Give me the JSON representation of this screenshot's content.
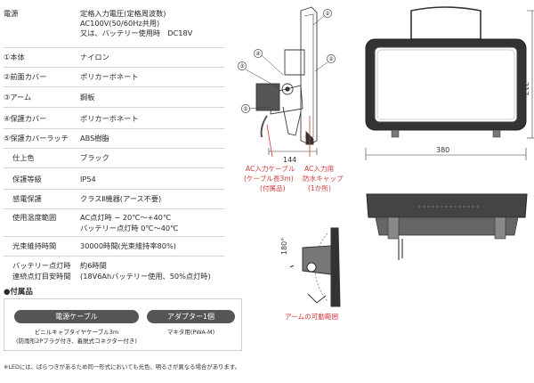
{
  "specs": [
    {
      "label": "電源",
      "value_lines": [
        "定格入力電圧(定格周波数)",
        "AC100V(50/60Hz共用)",
        "又は、バッテリー使用時　DC18V"
      ],
      "indent": false
    },
    {
      "label": "①本体",
      "value_lines": [
        "ナイロン"
      ],
      "indent": false
    },
    {
      "label": "②前面カバー",
      "value_lines": [
        "ポリカーボネート"
      ],
      "indent": false
    },
    {
      "label": "③アーム",
      "value_lines": [
        "鋼板"
      ],
      "indent": false
    },
    {
      "label": "④保護カバー",
      "value_lines": [
        "ポリカーボネート"
      ],
      "indent": false
    },
    {
      "label": "⑤保護カバーラッチ",
      "value_lines": [
        "ABS樹脂"
      ],
      "indent": false
    },
    {
      "label": "仕上色",
      "value_lines": [
        "ブラック"
      ],
      "indent": true
    },
    {
      "label": "保護等級",
      "value_lines": [
        "IP54"
      ],
      "indent": true
    },
    {
      "label": "感電保護",
      "value_lines": [
        "クラスⅡ機器(アース不要)"
      ],
      "indent": true
    },
    {
      "label": "使用温度範囲",
      "value_lines": [
        "AC点灯時 − 20℃～+40℃",
        "バッテリー点灯時 0℃～40℃"
      ],
      "indent": true
    },
    {
      "label": "光束維持時間",
      "value_lines": [
        "30000時間(光束維持率80%)"
      ],
      "indent": true
    },
    {
      "label_lines": [
        "バッテリー点灯時",
        "連続点灯目安時間"
      ],
      "value_lines": [
        "約6時間",
        "(18V6Ahバッテリー使用、50%点灯時)"
      ],
      "indent": false
    }
  ],
  "accessories": {
    "title": "●付属品",
    "items": [
      {
        "label": "電源ケーブル",
        "desc_lines": [
          "ビニルキャブタイヤケーブル3m",
          "(防雨形2Pプラグ付き、着脱式コネクター付き)"
        ]
      },
      {
        "label": "アダプター1個",
        "desc_lines": [
          "マキタ用(PWA-M)"
        ]
      }
    ]
  },
  "footnote": "※LEDには、ばらつきがあるため同一形式においても光色、明るさが異なる場合があります。",
  "diagram": {
    "callouts": [
      "①",
      "②",
      "③",
      "④",
      "⑤"
    ],
    "dim_width_side": "144",
    "dim_height": "317",
    "dim_width_front": "380",
    "dim_angle": "180°",
    "note_cable": [
      "AC入力ケーブル",
      "(ケーブル長3m)",
      "(付属品)"
    ],
    "note_cap": [
      "AC入力用",
      "防水キャップ",
      "(1か所)"
    ],
    "note_arm": "アームの可動範囲"
  },
  "colors": {
    "accent_red": "#d23b3b",
    "pill_bg": "#555555"
  }
}
